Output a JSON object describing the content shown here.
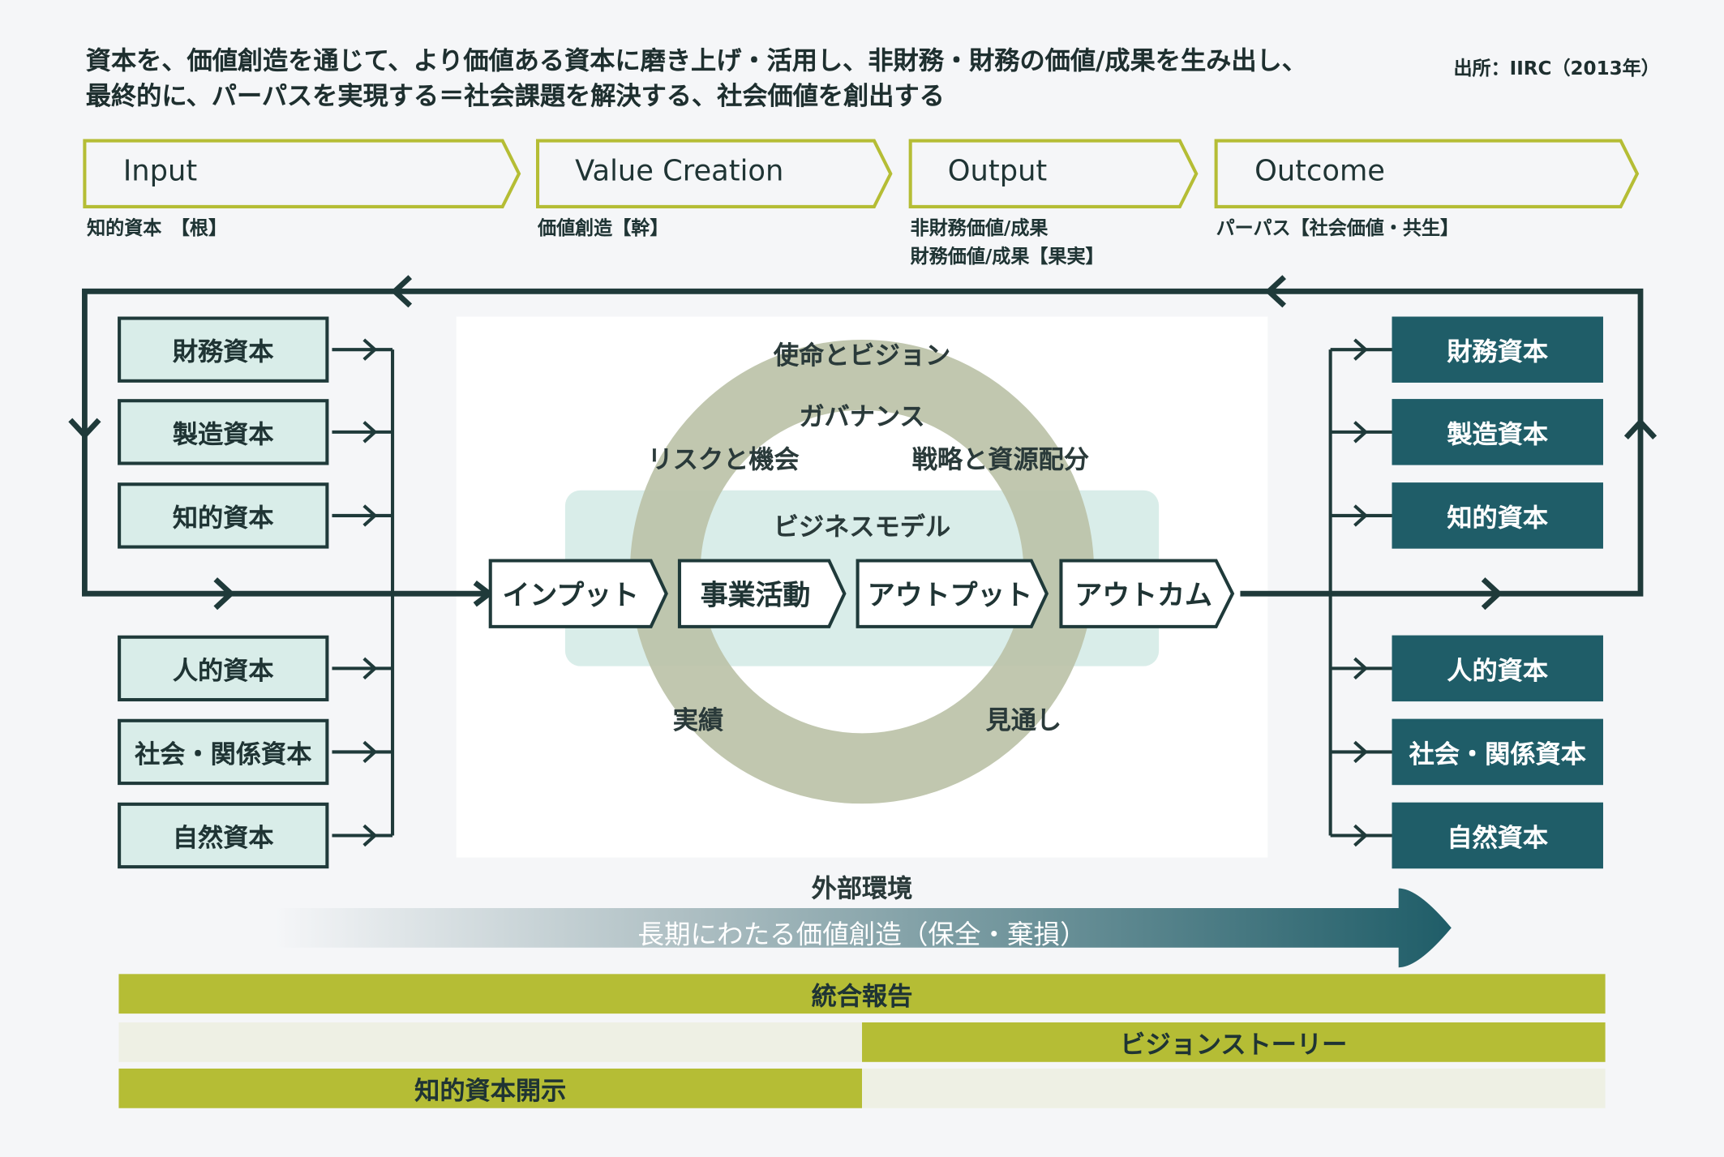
{
  "headline": {
    "line1": "資本を、価値創造を通じて、より価値ある資本に磨き上げ・活用し、非財務・財務の価値/成果を生み出し、",
    "line2": "最終的に、パーパスを実現する＝社会課題を解決する、社会価値を創出する"
  },
  "source": "出所：IIRC（2013年）",
  "phases": [
    {
      "label": "Input",
      "sub": [
        "知的資本　【根】"
      ]
    },
    {
      "label": "Value Creation",
      "sub": [
        "価値創造【幹】"
      ]
    },
    {
      "label": "Output",
      "sub": [
        "非財務価値/成果",
        "財務価値/成果【果実】"
      ]
    },
    {
      "label": "Outcome",
      "sub": [
        "パーパス【社会価値・共生】"
      ]
    }
  ],
  "capitals_input": [
    "財務資本",
    "製造資本",
    "知的資本",
    "人的資本",
    "社会・関係資本",
    "自然資本"
  ],
  "capitals_output": [
    "財務資本",
    "製造資本",
    "知的資本",
    "人的資本",
    "社会・関係資本",
    "自然資本"
  ],
  "center": {
    "mission": "使命とビジョン",
    "governance": "ガバナンス",
    "risk": "リスクと機会",
    "strategy": "戦略と資源配分",
    "business_model": "ビジネスモデル",
    "performance": "実績",
    "outlook": "見通し"
  },
  "flow": [
    "インプット",
    "事業活動",
    "アウトプット",
    "アウトカム"
  ],
  "external": "外部環境",
  "long_term": "長期にわたる価値創造（保全・棄損）",
  "bands": {
    "integrated": "統合報告",
    "vision": "ビジョンストーリー",
    "ip": "知的資本開示"
  },
  "colors": {
    "dark": "#1f3a3a",
    "teal": "#1f5d68",
    "light_mint": "#d9ede9",
    "olive": "#b5bd35",
    "ring": "#bcc2a8",
    "pale": "#eef0e4"
  }
}
